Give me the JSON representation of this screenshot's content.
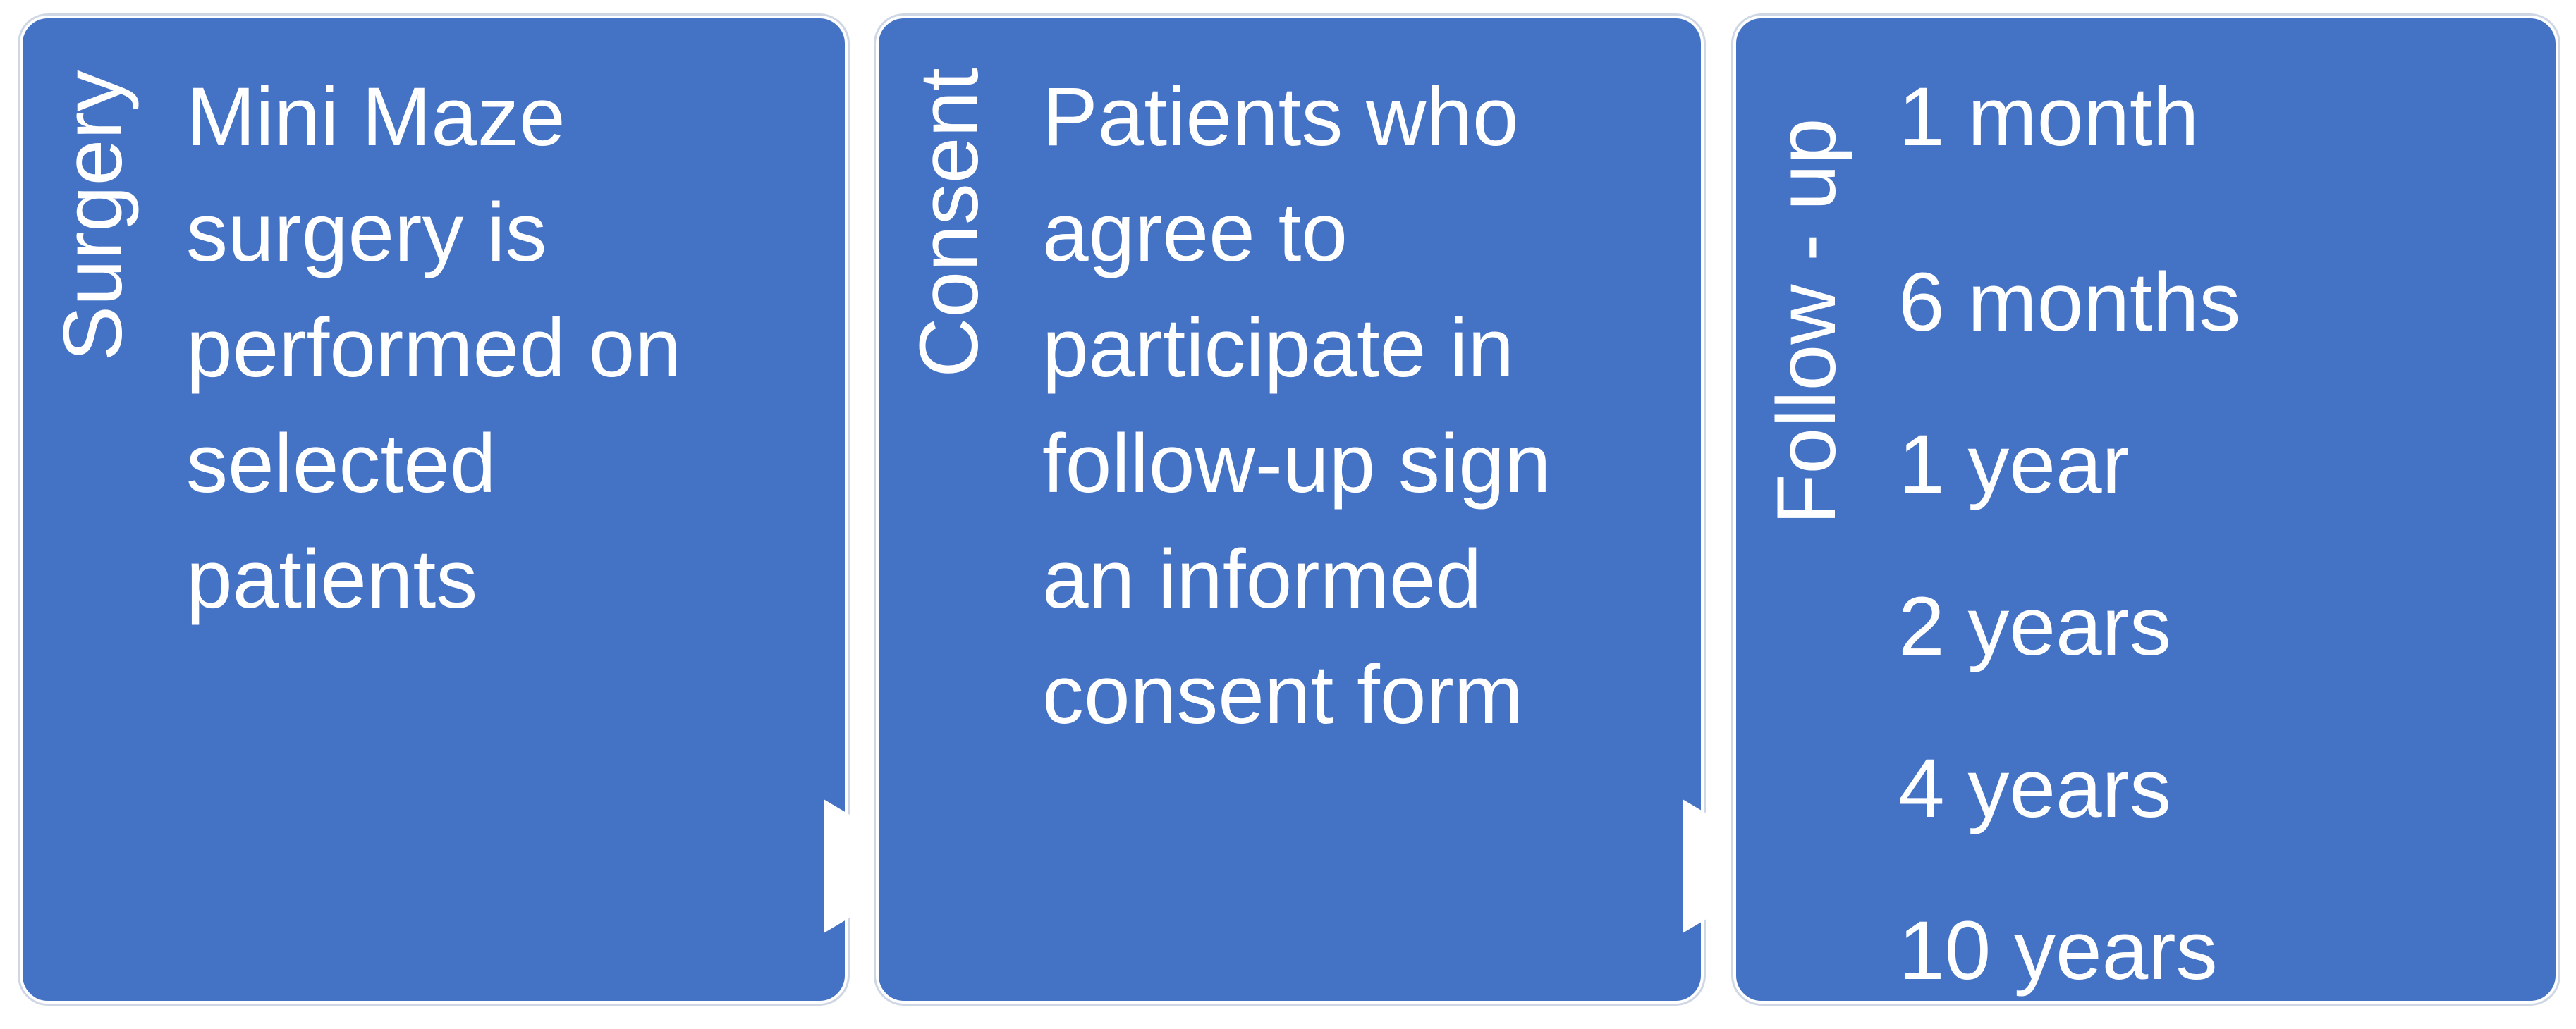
{
  "steps": [
    {
      "heading": "Surgery",
      "lines": [
        "Mini Maze",
        "surgery is",
        "performed on",
        "selected",
        "patients"
      ]
    },
    {
      "heading": "Consent",
      "lines": [
        "Patients who",
        "agree to",
        "participate in",
        "follow-up sign",
        "an informed",
        "consent form"
      ]
    },
    {
      "heading": "Follow - up",
      "items": [
        "1 month",
        "6 months",
        "1 year",
        "2 years",
        "4 years",
        "10 years"
      ]
    }
  ],
  "colors": {
    "box_fill": "#4472C4",
    "text": "#ffffff",
    "arrow": "#ffffff"
  }
}
